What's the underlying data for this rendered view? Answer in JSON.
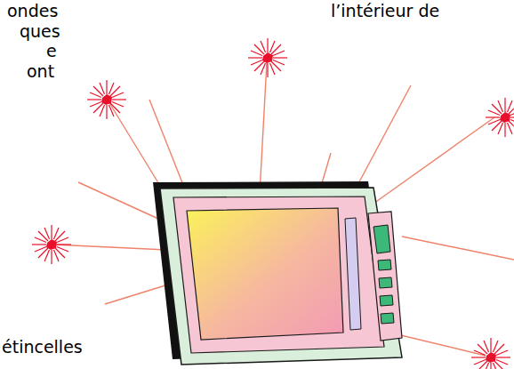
{
  "diagram": {
    "labels": [
      "ondes",
      "ques",
      "e",
      "ont",
      "l’intérieur de",
      "étincelles"
    ]
  }
}
